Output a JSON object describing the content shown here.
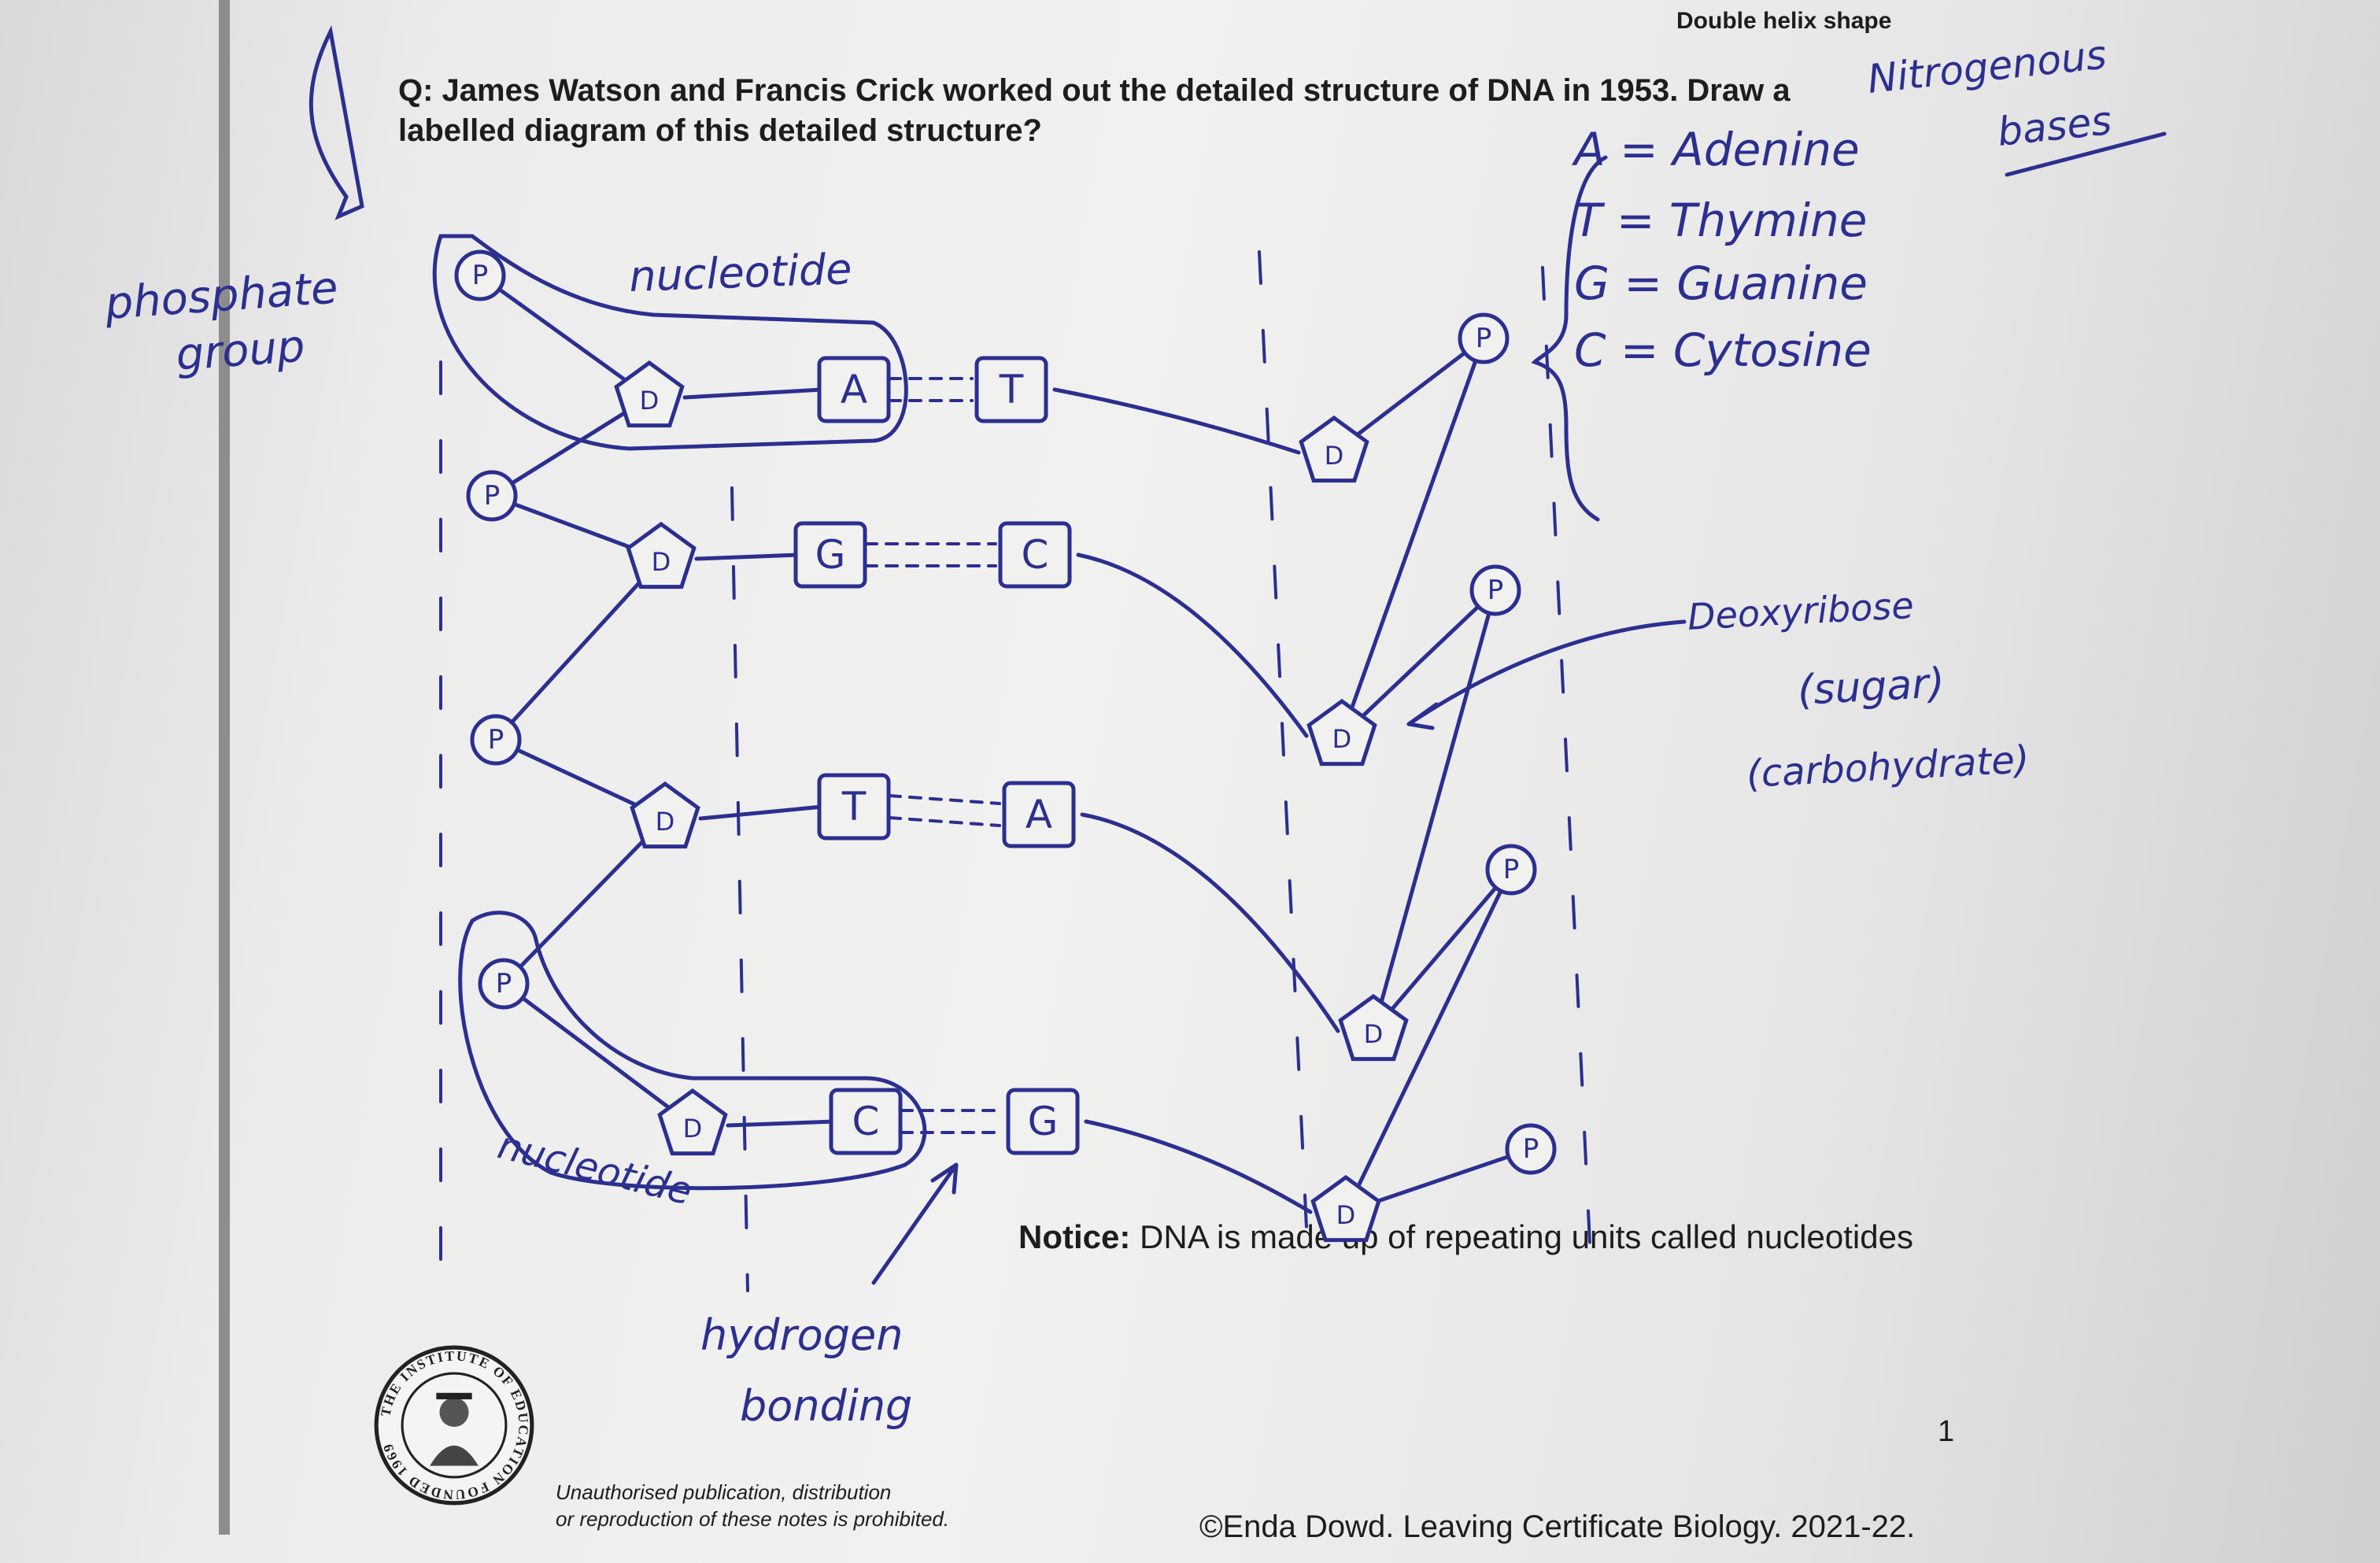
{
  "header": {
    "title": "Double helix shape"
  },
  "question": "Q: James Watson and Francis Crick worked out the detailed structure of DNA in 1953. Draw a labelled diagram of this detailed structure?",
  "notice": {
    "label": "Notice:",
    "text": " DNA is made up of repeating units called nucleotides"
  },
  "footer": {
    "page_number": "1",
    "warning_line1": "Unauthorised publication, distribution",
    "warning_line2": "or reproduction of these notes is prohibited.",
    "copyright": "©Enda Dowd. Leaving Certificate Biology. 2021-22.",
    "seal_text": "THE INSTITUTE OF EDUCATION FOUNDED 1969"
  },
  "annotations": {
    "phosphate_group": [
      "phosphate",
      "group"
    ],
    "nucleotide_top": "nucleotide",
    "nucleotide_bottom": "nucleotide",
    "hydrogen_bonding": [
      "hydrogen",
      "bonding"
    ],
    "deoxyribose": [
      "Deoxyribose",
      "(sugar)",
      "(carbohydrate)"
    ],
    "nitrogenous_bases": [
      "Nitrogenous",
      "bases"
    ],
    "bases_key": [
      "A = Adenine",
      "T = Thymine",
      "G = Guanine",
      "C = Cytosine"
    ]
  },
  "diagram": {
    "phosphate_symbol": "P",
    "sugar_symbol": "D",
    "pairs": [
      {
        "left": "A",
        "right": "T"
      },
      {
        "left": "G",
        "right": "C"
      },
      {
        "left": "T",
        "right": "A"
      },
      {
        "left": "C",
        "right": "G"
      }
    ]
  },
  "colors": {
    "ink": "#2b2f8f",
    "print": "#1d1d1d"
  }
}
